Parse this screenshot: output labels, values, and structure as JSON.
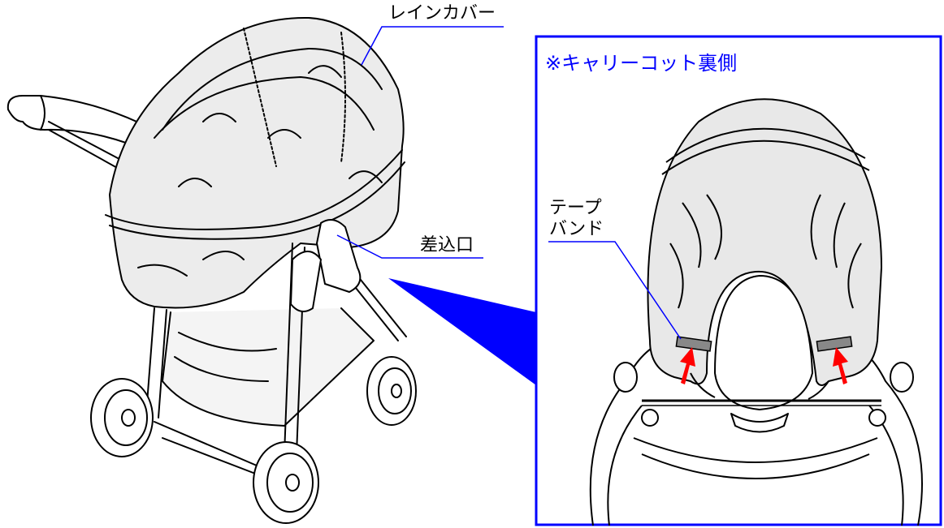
{
  "labels": {
    "rain_cover": "レインカバー",
    "insertion_slot": "差込口",
    "tape_line1": "テープ",
    "tape_line2": "バンド"
  },
  "detail_panel": {
    "title": "※キャリーコット裏側",
    "border_color": "#0000ff"
  },
  "colors": {
    "callout_line": "#0000ff",
    "callout_cone": "#0000ff",
    "arrow": "#ff0000",
    "fabric": "#e8e8e8",
    "tape_band": "#888888"
  },
  "icons": [
    "stroller-illustration",
    "carrycot-underside-illustration",
    "red-arrow-icon"
  ]
}
